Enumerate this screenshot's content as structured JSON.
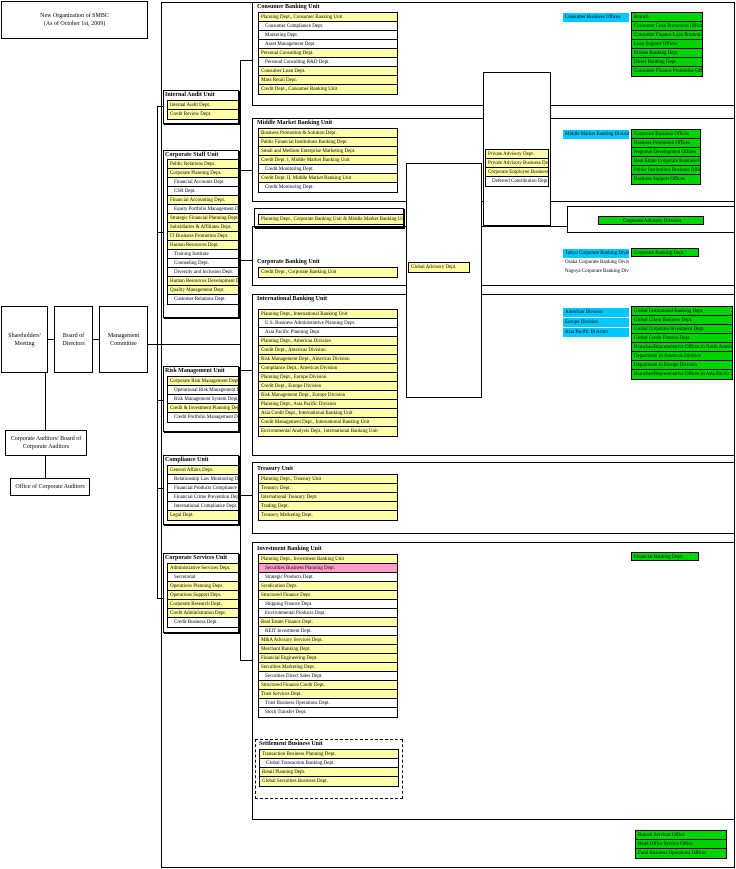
{
  "title": {
    "line1": "New Organization of SMBC",
    "line2": "(As of October 1st, 2009)"
  },
  "top": {
    "shareholders": "Shareholders' Meeting",
    "board": "Board of Directors",
    "mgmt": "Management Committee",
    "auditors": "Corporate Auditors/ Board of Corporate Auditors",
    "office_auditors": "Office of Corporate Auditors"
  },
  "internal_audit": {
    "title": "Internal Audit Unit",
    "items": [
      "Internal Audit Dept.",
      "Credit Review Dept."
    ]
  },
  "corporate_staff": {
    "title": "Corporate Staff Unit",
    "items": [
      {
        "t": "Public Relations Dept.",
        "c": "y",
        "i": 0
      },
      {
        "t": "Corporate Planning Dept.",
        "c": "y",
        "i": 0
      },
      {
        "t": "Financial Accounts Dept.",
        "c": "w",
        "i": 1
      },
      {
        "t": "CSR Dept.",
        "c": "w",
        "i": 1
      },
      {
        "t": "Financial Accounting Dept.",
        "c": "y",
        "i": 0
      },
      {
        "t": "Equity Portfolio Management Dept.",
        "c": "w",
        "i": 1
      },
      {
        "t": "Strategic Financial Planning Dept.",
        "c": "y",
        "i": 0
      },
      {
        "t": "Subsidiaries & Affiliates Dept.",
        "c": "y",
        "i": 0
      },
      {
        "t": "IT Business Promotion Dept.",
        "c": "y",
        "i": 0
      },
      {
        "t": "Human Resources Dept.",
        "c": "y",
        "i": 0
      },
      {
        "t": "Training Institute",
        "c": "w",
        "i": 1
      },
      {
        "t": "Counseling Dept.",
        "c": "w",
        "i": 1
      },
      {
        "t": "Diversity and Inclusion Dept.",
        "c": "w",
        "i": 1
      },
      {
        "t": "Human Resources Development Dept.",
        "c": "y",
        "i": 0
      },
      {
        "t": "Quality Management Dept.",
        "c": "y",
        "i": 0
      },
      {
        "t": "Customer Relations Dept.",
        "c": "w",
        "i": 1
      }
    ]
  },
  "risk_mgmt": {
    "title": "Risk Management Unit",
    "items": [
      {
        "t": "Corporate Risk Management Dept.",
        "c": "y",
        "i": 0
      },
      {
        "t": "Operational Risk Management Dept.",
        "c": "w",
        "i": 1
      },
      {
        "t": "Risk Management System Dept.",
        "c": "w",
        "i": 1
      },
      {
        "t": "Credit & Investment Planning Dept.",
        "c": "y",
        "i": 0
      },
      {
        "t": "Credit Portfolio Management Dept.",
        "c": "w",
        "i": 1
      }
    ]
  },
  "compliance": {
    "title": "Compliance Unit",
    "items": [
      {
        "t": "General Affairs Dept.",
        "c": "y",
        "i": 0
      },
      {
        "t": "Relationship Law Monitoring Dept.",
        "c": "w",
        "i": 1
      },
      {
        "t": "Financial Products Compliance Dept.",
        "c": "w",
        "i": 1
      },
      {
        "t": "Financial Crime Prevention Dept.",
        "c": "w",
        "i": 1
      },
      {
        "t": "International Compliance Dept.",
        "c": "w",
        "i": 1
      },
      {
        "t": "Legal Dept.",
        "c": "y",
        "i": 0
      }
    ]
  },
  "corporate_services": {
    "title": "Corporate Services Unit",
    "items": [
      {
        "t": "Administrative Services Dept.",
        "c": "y",
        "i": 0
      },
      {
        "t": "Secretariat",
        "c": "w",
        "i": 1
      },
      {
        "t": "Operations Planning Dept.",
        "c": "y",
        "i": 0
      },
      {
        "t": "Operations Support Dept.",
        "c": "y",
        "i": 0
      },
      {
        "t": "Corporate Research Dept.",
        "c": "y",
        "i": 0
      },
      {
        "t": "Credit Administration Dept.",
        "c": "y",
        "i": 0
      },
      {
        "t": "Credit Business Dept.",
        "c": "w",
        "i": 1
      }
    ]
  },
  "consumer_banking": {
    "title": "Consumer Banking Unit",
    "items": [
      {
        "t": "Planning Dept., Consumer Banking Unit",
        "c": "y",
        "i": 0
      },
      {
        "t": "Consumer Compliance Dept.",
        "c": "w",
        "i": 1
      },
      {
        "t": "Marketing Dept.",
        "c": "w",
        "i": 1
      },
      {
        "t": "Asset Management Dept.",
        "c": "w",
        "i": 1
      },
      {
        "t": "Personal Consulting Dept.",
        "c": "y",
        "i": 0
      },
      {
        "t": "Personal Consulting R&D Dept.",
        "c": "w",
        "i": 1
      },
      {
        "t": "Consumer Loan Dept.",
        "c": "y",
        "i": 0
      },
      {
        "t": "Mass Retail Dept.",
        "c": "y",
        "i": 0
      },
      {
        "t": "Credit Dept., Consumer Banking Unit",
        "c": "y",
        "i": 0
      }
    ]
  },
  "middle_market": {
    "title": "Middle Market Banking Unit",
    "items": [
      {
        "t": "Business Promotion & Solution Dept.",
        "c": "y",
        "i": 0
      },
      {
        "t": "Public Financial Institutions Banking Dept.",
        "c": "y",
        "i": 0
      },
      {
        "t": "Small and Medium Enterprise Marketing Dept.",
        "c": "y",
        "i": 0
      },
      {
        "t": "Credit Dept. I, Middle Market Banking Unit",
        "c": "y",
        "i": 0
      },
      {
        "t": "Credit Monitoring Dept.",
        "c": "w",
        "i": 1
      },
      {
        "t": "Credit Dept. II, Middle Market Banking Unit",
        "c": "y",
        "i": 0
      },
      {
        "t": "Credit Monitoring Dept.",
        "c": "w",
        "i": 1
      }
    ],
    "shared": "Planning Dept., Corporate Banking Unit & Middle Market Banking Unit"
  },
  "corporate_banking": {
    "title": "Corporate Banking Unit",
    "items": [
      {
        "t": "Credit Dept., Corporate Banking Unit",
        "c": "y",
        "i": 0
      }
    ]
  },
  "international": {
    "title": "International Banking Unit",
    "items": [
      {
        "t": "Planning Dept., International Banking Unit",
        "c": "y",
        "i": 0
      },
      {
        "t": "U.S. Business Administrative Planning Dept.",
        "c": "w",
        "i": 1
      },
      {
        "t": "Asia Pacific Planning Dept.",
        "c": "w",
        "i": 1
      },
      {
        "t": "Planning Dept., Americas Division",
        "c": "y",
        "i": 0
      },
      {
        "t": "Credit Dept., Americas Division",
        "c": "y",
        "i": 0
      },
      {
        "t": "Risk Management Dept., Americas Division",
        "c": "y",
        "i": 0
      },
      {
        "t": "Compliance Dept., Americas Division",
        "c": "y",
        "i": 0
      },
      {
        "t": "Planning Dept., Europe Division",
        "c": "y",
        "i": 0
      },
      {
        "t": "Credit Dept., Europe Division",
        "c": "y",
        "i": 0
      },
      {
        "t": "Risk Management Dept., Europe Division",
        "c": "y",
        "i": 0
      },
      {
        "t": "Planning Dept., Asia Pacific Division",
        "c": "y",
        "i": 0
      },
      {
        "t": "Asia Credit Dept., International Banking Unit",
        "c": "y",
        "i": 0
      },
      {
        "t": "Credit Management Dept., International Banking Unit",
        "c": "y",
        "i": 0
      },
      {
        "t": "Environmental Analysis Dept., International Banking Unit",
        "c": "y",
        "i": 0
      }
    ]
  },
  "treasury": {
    "title": "Treasury Unit",
    "items": [
      {
        "t": "Planning Dept., Treasury Unit",
        "c": "y",
        "i": 0
      },
      {
        "t": "Treasury Dept.",
        "c": "y",
        "i": 0
      },
      {
        "t": "International Treasury Dept.",
        "c": "y",
        "i": 0
      },
      {
        "t": "Trading Dept.",
        "c": "y",
        "i": 0
      },
      {
        "t": "Treasury Marketing Dept.",
        "c": "y",
        "i": 0
      }
    ]
  },
  "investment": {
    "title": "Investment Banking Unit",
    "items": [
      {
        "t": "Planning Dept., Investment Banking Unit",
        "c": "y",
        "i": 0
      },
      {
        "t": "Securities Business Planning Dept.",
        "c": "p",
        "i": 1
      },
      {
        "t": "Strategic Products Dept.",
        "c": "w",
        "i": 1
      },
      {
        "t": "Syndication Dept.",
        "c": "y",
        "i": 0
      },
      {
        "t": "Structured Finance Dept.",
        "c": "y",
        "i": 0
      },
      {
        "t": "Shipping Finance Dept.",
        "c": "w",
        "i": 1
      },
      {
        "t": "Environmental Products Dept.",
        "c": "w",
        "i": 1
      },
      {
        "t": "Real Estate Finance Dept.",
        "c": "y",
        "i": 0
      },
      {
        "t": "REIT Investment Dept.",
        "c": "w",
        "i": 1
      },
      {
        "t": "M&A Advisory Services Dept.",
        "c": "y",
        "i": 0
      },
      {
        "t": "Merchant Banking Dept.",
        "c": "y",
        "i": 0
      },
      {
        "t": "Financial Engineering Dept.",
        "c": "y",
        "i": 0
      },
      {
        "t": "Securities Marketing Dept.",
        "c": "y",
        "i": 0
      },
      {
        "t": "Securities Direct Sales Dept.",
        "c": "w",
        "i": 1
      },
      {
        "t": "Structured Finance Credit Dept.",
        "c": "y",
        "i": 0
      },
      {
        "t": "Trust Services Dept.",
        "c": "y",
        "i": 0
      },
      {
        "t": "Trust Business Operations Dept.",
        "c": "w",
        "i": 1
      },
      {
        "t": "Stock Transfer Dept.",
        "c": "w",
        "i": 1
      }
    ]
  },
  "settlement": {
    "title": "Settlement Business Unit",
    "items": [
      {
        "t": "Transaction Business Planning Dept.",
        "c": "y",
        "i": 0
      },
      {
        "t": "Global Transaction Banking Dept.",
        "c": "w",
        "i": 1
      },
      {
        "t": "Retail Planning Dept.",
        "c": "y",
        "i": 0
      },
      {
        "t": "Global Securities Business Dept.",
        "c": "y",
        "i": 0
      }
    ]
  },
  "private_advisory": {
    "items": [
      {
        "t": "Private Advisory Dept.",
        "c": "y",
        "i": 0
      },
      {
        "t": "Private Advisory Business Dept.",
        "c": "y",
        "i": 0
      },
      {
        "t": "Corporate Employee Business Dept.",
        "c": "y",
        "i": 0
      },
      {
        "t": "Deferred Contribution Dept.",
        "c": "w",
        "i": 1
      }
    ]
  },
  "global_advisory": "Global Advisory Dept.",
  "consumer_office": "Consumer Business Offices",
  "consumer_green": [
    "Branch",
    "Consumer Loan Promotion Offices",
    "Consumer Finance Loan Promotion Offices",
    "Loan Support Offices",
    "Private Banking Dept.",
    "Direct Banking Dept.",
    "Consumer Finance Promotion Offices"
  ],
  "middle_cyan": "Middle Market Banking Division",
  "middle_green": [
    "Corporate Business Offices",
    "Business Promotion Offices",
    "Regional Development Offices",
    "Real Estate Corporate Business Offices",
    "Public Institutions Business Offices",
    "Business Support Offices"
  ],
  "corp_advisory": "Corporate Advisory Division",
  "corp_cyan": [
    "Tokyo Corporate Banking Division",
    "Osaka Corporate Banking Division",
    "Nagoya Corporate Banking Division"
  ],
  "corp_green": [
    "Corporate Banking Dept."
  ],
  "intl_cyan": [
    "Americas Division",
    "Europe Division",
    "Asia Pacific Division"
  ],
  "intl_green": [
    "Global Institutional Banking Dept.",
    "Global Client Business Dept.",
    "Global Corporate Investment Dept.",
    "Global Credit Finance Dept.",
    "Branches/Representative Offices in North America",
    "Department in Americas Division",
    "Department in Europe Division",
    "Branches/Representative Offices in Asia Pacific Division"
  ],
  "invest_green": [
    "Financial Banking Dept."
  ],
  "bottom_green": [
    "Branch Services Office",
    "Head Office Service Office",
    "Fund Business Operations Offices"
  ]
}
